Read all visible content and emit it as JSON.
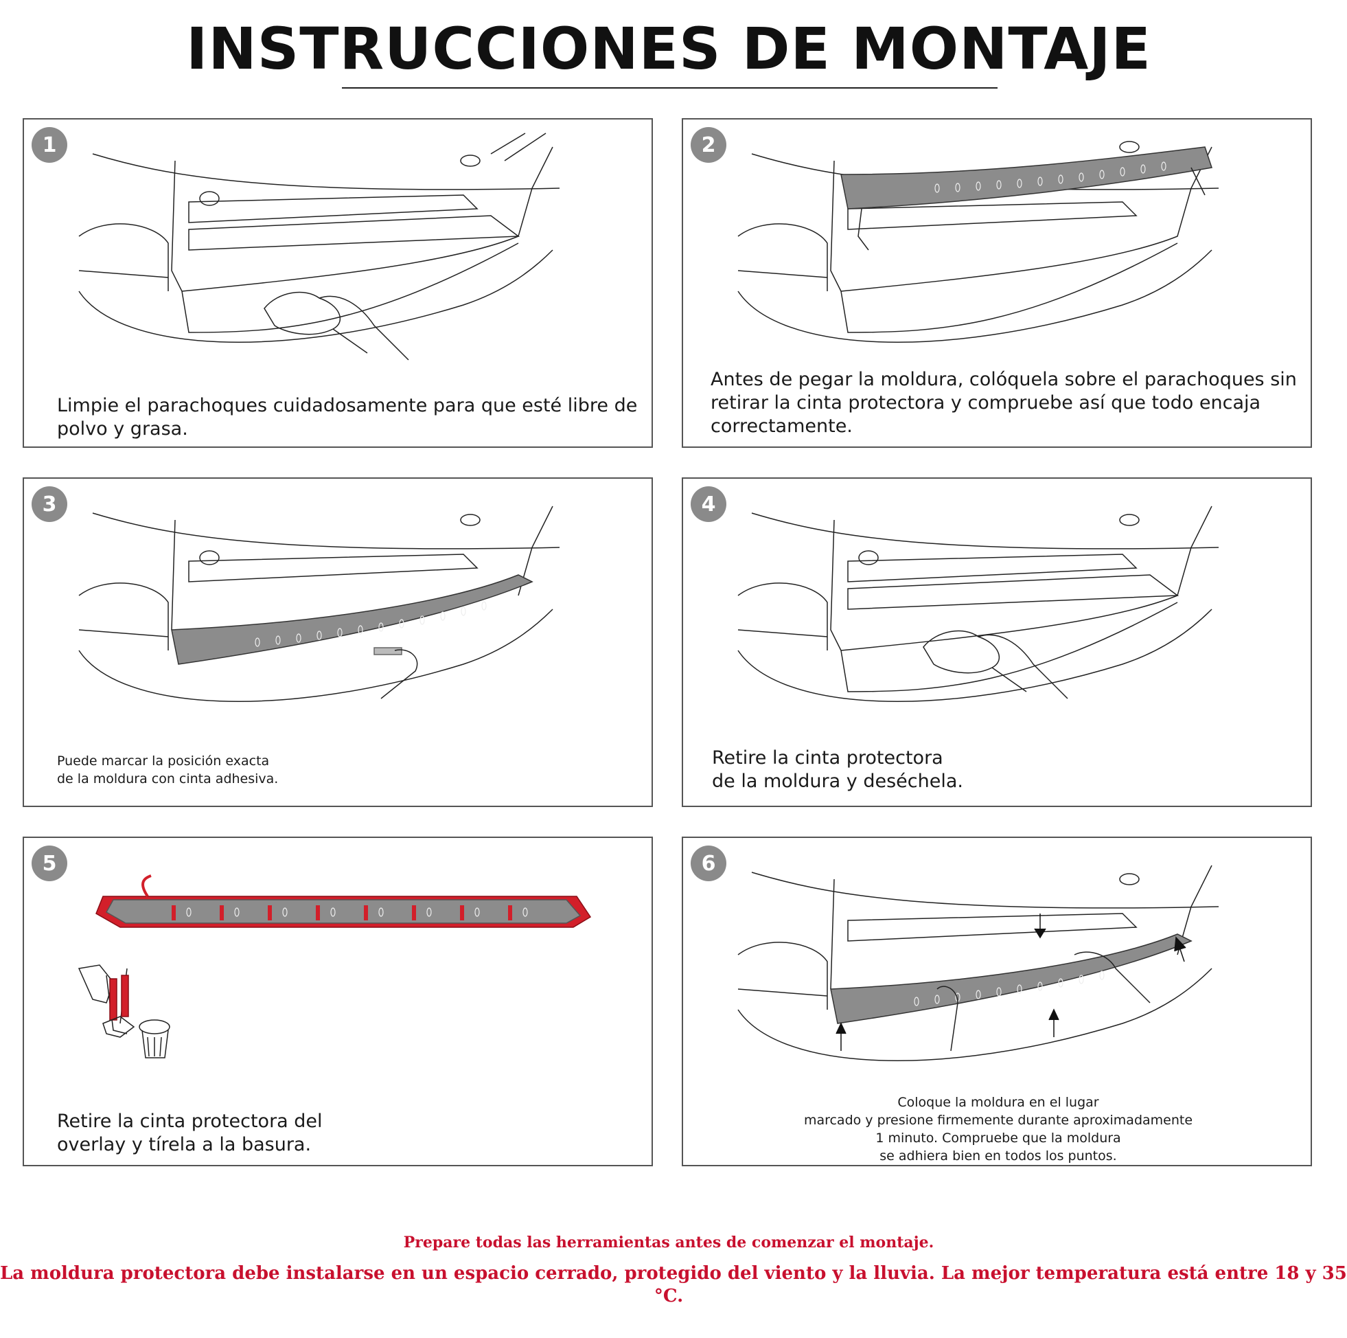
{
  "header": {
    "title": "INSTRUCCIONES DE MONTAJE"
  },
  "steps": [
    {
      "number": "1",
      "caption": "Limpie el parachoques cuidadosamente para que esté libre de\npolvo y grasa."
    },
    {
      "number": "2",
      "caption": "Antes de pegar la moldura, colóquela sobre el parachoques sin\nretirar la cinta protectora y compruebe así que todo encaja\ncorrectamente."
    },
    {
      "number": "3",
      "caption": "Puede marcar la posición exacta\nde la moldura con cinta adhesiva."
    },
    {
      "number": "4",
      "caption": "Retire la cinta protectora\nde la moldura y deséchela."
    },
    {
      "number": "5",
      "caption": "Retire la cinta protectora del\noverlay y tírela a la basura."
    },
    {
      "number": "6",
      "caption": "Coloque la moldura en el lugar\nmarcado y presione firmemente durante aproximadamente\n1 minuto. Compruebe que la moldura\nse adhiera bien en todos los puntos."
    }
  ],
  "footer": {
    "note": "Prepare todas las herramientas antes de comenzar el montaje.",
    "warning_line1": "La moldura protectora debe instalarse en un espacio cerrado, protegido del viento y la lluvia. La mejor temperatura está entre 18 y 35",
    "warning_line2": "°C."
  },
  "colors": {
    "accent_red": "#c8102e",
    "badge_gray": "#8a8a8a",
    "trim_gray": "#8c8c8c",
    "tape_red": "#d21f2a"
  }
}
